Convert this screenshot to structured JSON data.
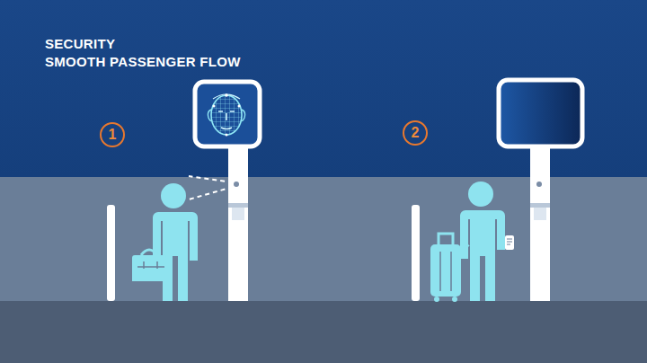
{
  "diagram": {
    "title": "SECURITY",
    "nodes": [
      {
        "text": [
          "1"
        ]
      },
      {
        "text": [
          "2"
        ]
      }
    ],
    "labels": [
      "SMOOTH PASSENGER FLOW"
    ]
  }
}
